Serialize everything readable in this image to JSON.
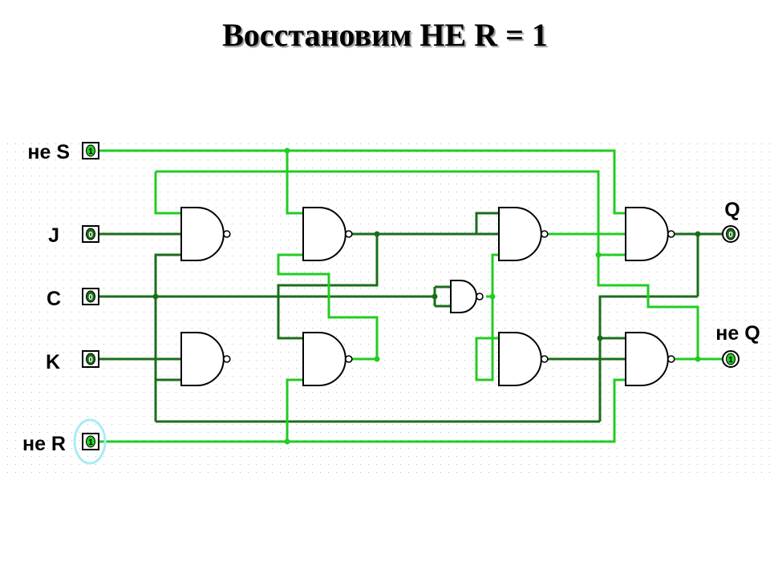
{
  "title": "Восстановим НЕ R = 1",
  "inputs": [
    {
      "id": "not_s",
      "label": "не S",
      "value": "1"
    },
    {
      "id": "j",
      "label": "J",
      "value": "0"
    },
    {
      "id": "c",
      "label": "C",
      "value": "0"
    },
    {
      "id": "k",
      "label": "K",
      "value": "0"
    },
    {
      "id": "not_r",
      "label": "не R",
      "value": "1"
    }
  ],
  "outputs": [
    {
      "id": "q",
      "label": "Q",
      "value": "0"
    },
    {
      "id": "not_q",
      "label": "не Q",
      "value": "1"
    }
  ],
  "colors": {
    "wire_high": "#22cc22",
    "wire_low": "#1a6e1a",
    "grid_dot": "#b8b8b8",
    "selection_halo": "#a8ecf4"
  }
}
